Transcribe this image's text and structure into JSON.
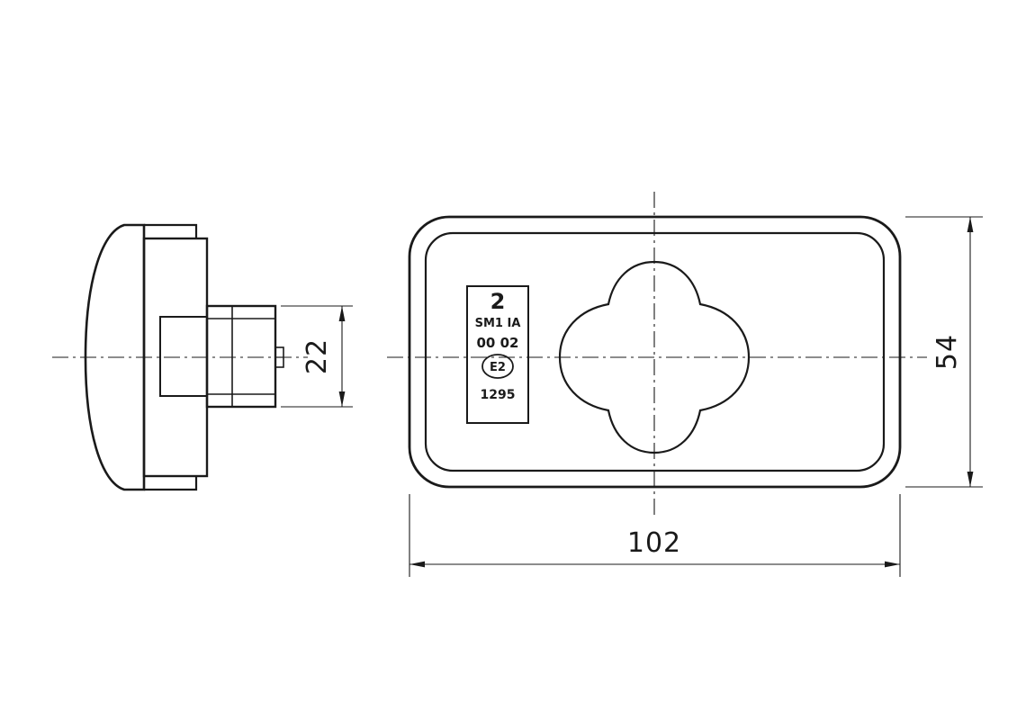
{
  "colors": {
    "line": "#1a1a1a",
    "background": "#ffffff"
  },
  "dimensions": {
    "socket_depth": "22",
    "lamp_width": "102",
    "lamp_height": "54"
  },
  "approval_label": {
    "type_digit": "2",
    "model_code": "SM1 IA",
    "date_code": "00 02",
    "e_mark": "E2",
    "approval_number": "1295"
  }
}
